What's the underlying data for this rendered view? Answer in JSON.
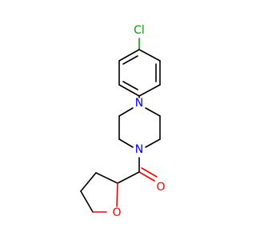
{
  "molecule": {
    "atoms": {
      "chlorine": {
        "label": "Cl",
        "color": "#00a000"
      },
      "piperazine_n_top": {
        "label": "N",
        "color": "#0000ff"
      },
      "piperazine_n_bottom": {
        "label": "N",
        "color": "#0000ff"
      },
      "carbonyl_oxygen": {
        "label": "O",
        "color": "#ff0000"
      },
      "ring_oxygen": {
        "label": "O",
        "color": "#ff0000"
      }
    }
  }
}
